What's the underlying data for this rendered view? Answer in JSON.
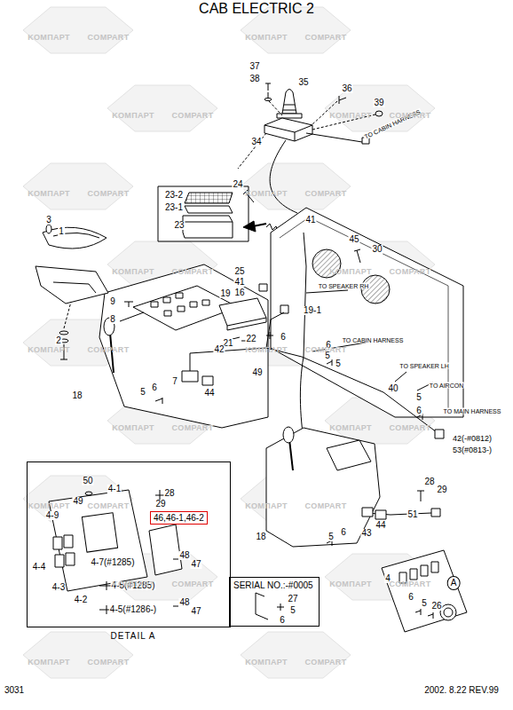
{
  "diagram": {
    "title": "CAB ELECTRIC 2",
    "nodes": [
      {
        "text": [
          "DETAIL A"
        ]
      },
      {
        "text": [
          "46,46-1,46-2"
        ],
        "in": 0
      },
      {
        "text": [
          "SERIAL NO.:-#0005"
        ]
      }
    ],
    "labels": [
      "37",
      "38",
      "35",
      "36",
      "39",
      "TO CABIN HARNESS",
      "34",
      "24",
      "23-2",
      "23-1",
      "23",
      "41",
      "3",
      "1",
      "45",
      "30",
      "25",
      "41",
      "16",
      "19",
      "TO SPEAKER RH",
      "9",
      "19-1",
      "8",
      "2",
      "22",
      "6",
      "21",
      "TO CABIN HARNESS",
      "6",
      "5",
      "5",
      "42",
      "TO SPEAKER LH",
      "7",
      "49",
      "5",
      "6",
      "TO AIRCON",
      "40",
      "5",
      "18",
      "44",
      "6",
      "TO MAIN HARNESS",
      "42(-#0812)",
      "53(#0813-)",
      "50",
      "4-1",
      "49",
      "28",
      "29",
      "4-9",
      "28",
      "29",
      "51",
      "44",
      "43",
      "18",
      "5",
      "6",
      "4-4",
      "4-7(#1285)",
      "48",
      "47",
      "4-3",
      "4-2",
      "4-5(#1285)",
      "4-5(#1286-)",
      "48",
      "47",
      "27",
      "5",
      "6",
      "4",
      "A",
      "6",
      "5",
      "26",
      "3031",
      "2002. 8.22 REV.99",
      "KOMПАРТ",
      "COMPART",
      "KOMПАРТ",
      "COMPART",
      "KOMПАРТ",
      "COMPART",
      "KOMПАРТ",
      "COMPART",
      "KOMПАРТ",
      "COMPART",
      "KOMПАРТ",
      "COMPART",
      "KOMПАРТ",
      "COMPART",
      "KOMПАРТ",
      "COMPART",
      "KOMПАРТ",
      "COMPART",
      "KOMПАРТ",
      "COMPART",
      "KOMПАРТ",
      "COMPART",
      "KOMПАРТ",
      "COMPART",
      "KOMПАРТ",
      "COMPART",
      "KOMПАРТ",
      "COMPART",
      "KOMПАРТ",
      "COMPART",
      "KOMПАРТ",
      "COMPART",
      "KOMПАРТ",
      "COMPART",
      "KOMПАРТ",
      "COMPART"
    ]
  }
}
